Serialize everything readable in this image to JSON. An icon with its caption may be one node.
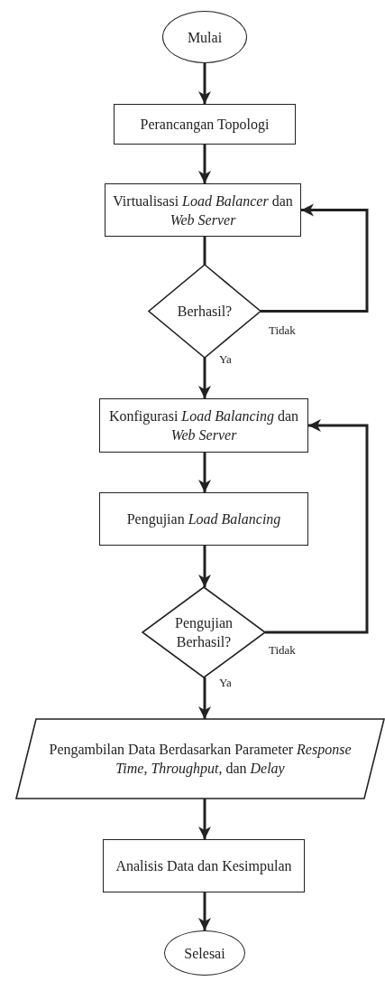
{
  "diagram": {
    "nodes": [
      {
        "text": [
          "Mulai"
        ]
      },
      {
        "text": [
          "Perancangan Topologi"
        ]
      },
      {
        "text": [
          "Virtualisasi *Load Balancer* dan *Web Server*"
        ]
      },
      {
        "text": [
          "Berhasil?"
        ]
      },
      {
        "text": [
          "Konfigurasi *Load Balancing* dan *Web Server*"
        ]
      },
      {
        "text": [
          "Pengujian *Load Balancing*"
        ]
      },
      {
        "text": [
          "Pengujian Berhasil?"
        ]
      },
      {
        "text": [
          "Pengambilan Data Berdasarkan Parameter *Response Time*, *Throughput*, dan *Delay*"
        ]
      },
      {
        "text": [
          "Analisis Data dan Kesimpulan"
        ]
      },
      {
        "text": [
          "Selesai"
        ]
      }
    ],
    "edges": [
      {
        "from": 0,
        "to": 1,
        "arrow": "to"
      },
      {
        "from": 1,
        "to": 2,
        "arrow": "to"
      },
      {
        "from": 2,
        "to": 3,
        "arrow": "none"
      },
      {
        "from": 3,
        "to": 4,
        "arrow": "to",
        "label": "Ya"
      },
      {
        "from": 3,
        "to": 2,
        "arrow": "to",
        "label": "Tidak"
      },
      {
        "from": 4,
        "to": 5,
        "arrow": "to"
      },
      {
        "from": 5,
        "to": 6,
        "arrow": "to"
      },
      {
        "from": 6,
        "to": 4,
        "arrow": "to",
        "label": "Tidak"
      },
      {
        "from": 6,
        "to": 7,
        "arrow": "to",
        "label": "Ya"
      },
      {
        "from": 7,
        "to": 8,
        "arrow": "to"
      },
      {
        "from": 8,
        "to": 9,
        "arrow": "to"
      }
    ]
  }
}
